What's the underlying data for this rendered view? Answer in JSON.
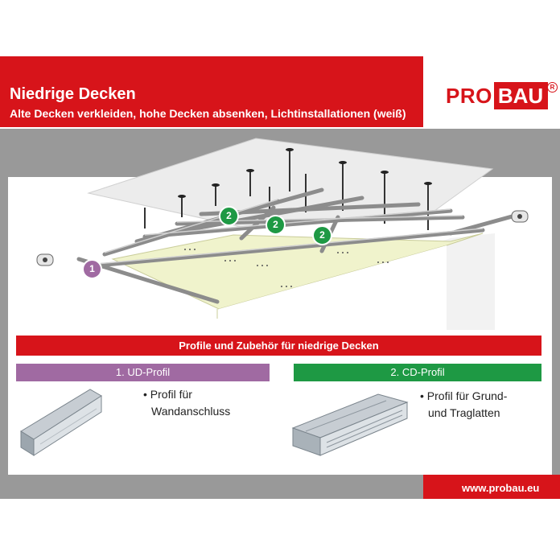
{
  "header": {
    "title": "Niedrige Decken",
    "subtitle": "Alte Decken verkleiden, hohe Decken absenken, Lichtinstallationen (weiß)",
    "background": "#d7141a"
  },
  "logo": {
    "part1": "PRO",
    "part2": "BAU",
    "registered": "R"
  },
  "diagram": {
    "badges": [
      {
        "label": "1",
        "color": "#a06aa2"
      },
      {
        "label": "2",
        "color": "#1e9944"
      },
      {
        "label": "2",
        "color": "#1e9944"
      },
      {
        "label": "2",
        "color": "#1e9944"
      }
    ]
  },
  "section": {
    "title": "Profile und Zubehör für niedrige Decken",
    "items": [
      {
        "tag": "1. UD-Profil",
        "line1": "• Profil für",
        "line2": "Wandanschluss",
        "color": "#a06aa2"
      },
      {
        "tag": "2. CD-Profil",
        "line1": "• Profil für Grund-",
        "line2": "und Traglatten",
        "color": "#1e9944"
      }
    ]
  },
  "footer": {
    "url": "www.probau.eu"
  }
}
